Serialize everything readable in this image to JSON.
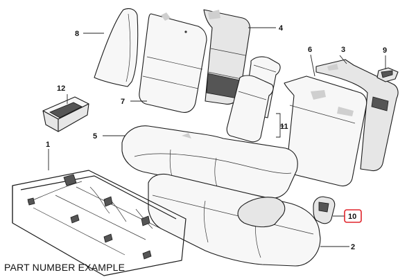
{
  "caption": "PART NUMBER EXAMPLE",
  "callouts": [
    {
      "id": "c1",
      "label": "1"
    },
    {
      "id": "c2",
      "label": "2"
    },
    {
      "id": "c3",
      "label": "3"
    },
    {
      "id": "c4",
      "label": "4"
    },
    {
      "id": "c5",
      "label": "5"
    },
    {
      "id": "c6",
      "label": "6"
    },
    {
      "id": "c7",
      "label": "7"
    },
    {
      "id": "c8",
      "label": "8"
    },
    {
      "id": "c9",
      "label": "9"
    },
    {
      "id": "c10",
      "label": "10",
      "highlighted": true,
      "highlight_color": "#e0242b"
    },
    {
      "id": "c11",
      "label": "11"
    },
    {
      "id": "c12",
      "label": "12"
    }
  ]
}
